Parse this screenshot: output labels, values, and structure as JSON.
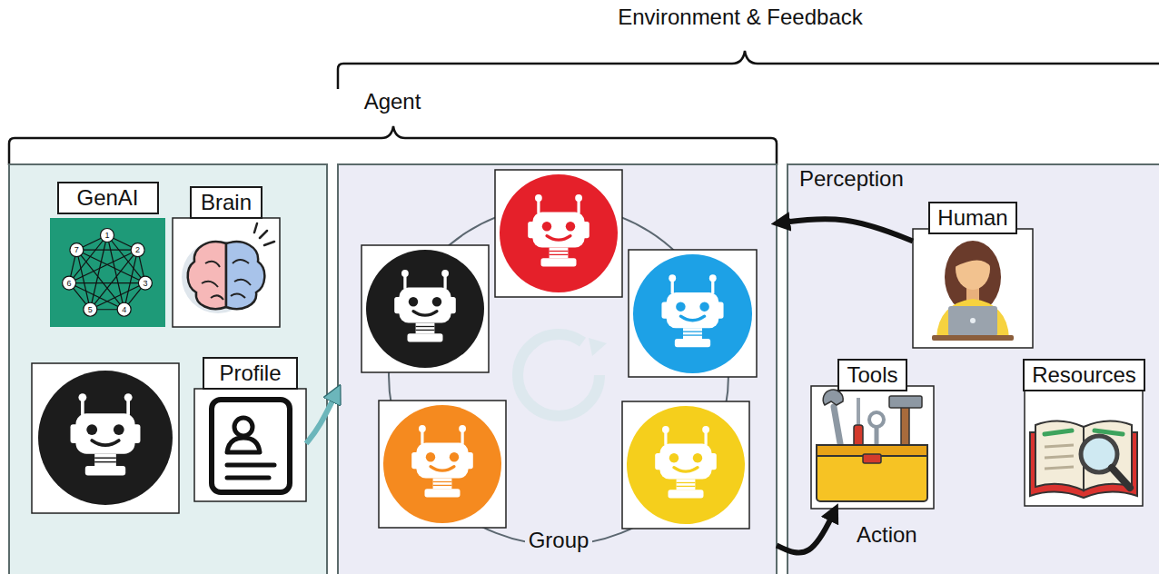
{
  "diagram": {
    "nodes": [
      {
        "text": [
          "GenAI"
        ]
      },
      {
        "text": [
          "Brain"
        ]
      },
      {
        "text": [
          "Profile"
        ]
      },
      {
        "text": [
          "Group"
        ]
      },
      {
        "text": [
          "Human"
        ]
      },
      {
        "text": [
          "Tools"
        ]
      },
      {
        "text": [
          "Resources"
        ]
      }
    ],
    "edges": [
      {
        "from": 2,
        "to": 3,
        "arrow": "to"
      },
      {
        "from": 4,
        "to": 3,
        "label": "Perception",
        "arrow": "to"
      },
      {
        "from": 3,
        "to": 5,
        "label": "Action",
        "arrow": "to"
      }
    ],
    "labels": [
      "Environment & Feedback",
      "Agent",
      "1",
      "2",
      "3",
      "4",
      "5",
      "6",
      "7"
    ]
  }
}
